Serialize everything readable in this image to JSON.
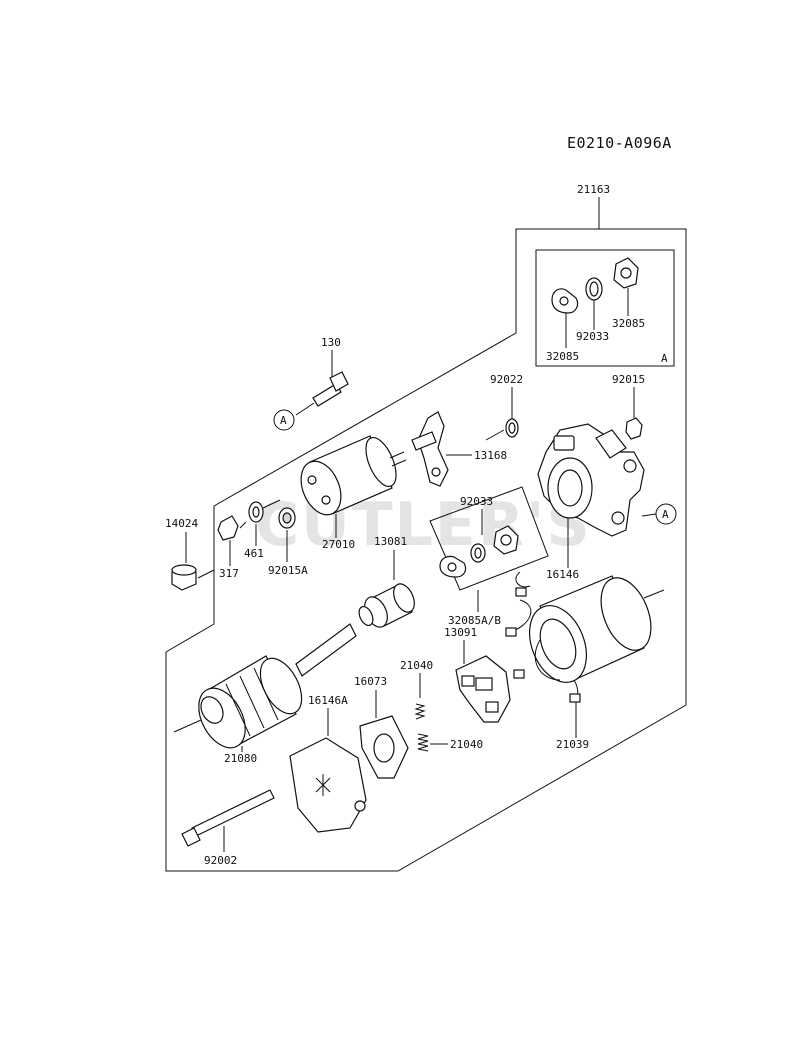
{
  "diagram_code": "E0210-A096A",
  "watermark": "CUTLER'S",
  "ref_marker": "A",
  "parts": {
    "p21163": "21163",
    "p32085_a": "32085",
    "p32085_b": "32085",
    "p92033_box": "92033",
    "p130": "130",
    "p92022": "92022",
    "p92015": "92015",
    "p13168": "13168",
    "p92033": "92033",
    "p14024": "14024",
    "p461": "461",
    "p27010": "27010",
    "p13081": "13081",
    "p317": "317",
    "p92015A": "92015A",
    "p16146": "16146",
    "p32085AB": "32085A/B",
    "p13091": "13091",
    "p21040_a": "21040",
    "p16073": "16073",
    "p16146A": "16146A",
    "p21040_b": "21040",
    "p21080": "21080",
    "p21039": "21039",
    "p92002": "92002"
  }
}
